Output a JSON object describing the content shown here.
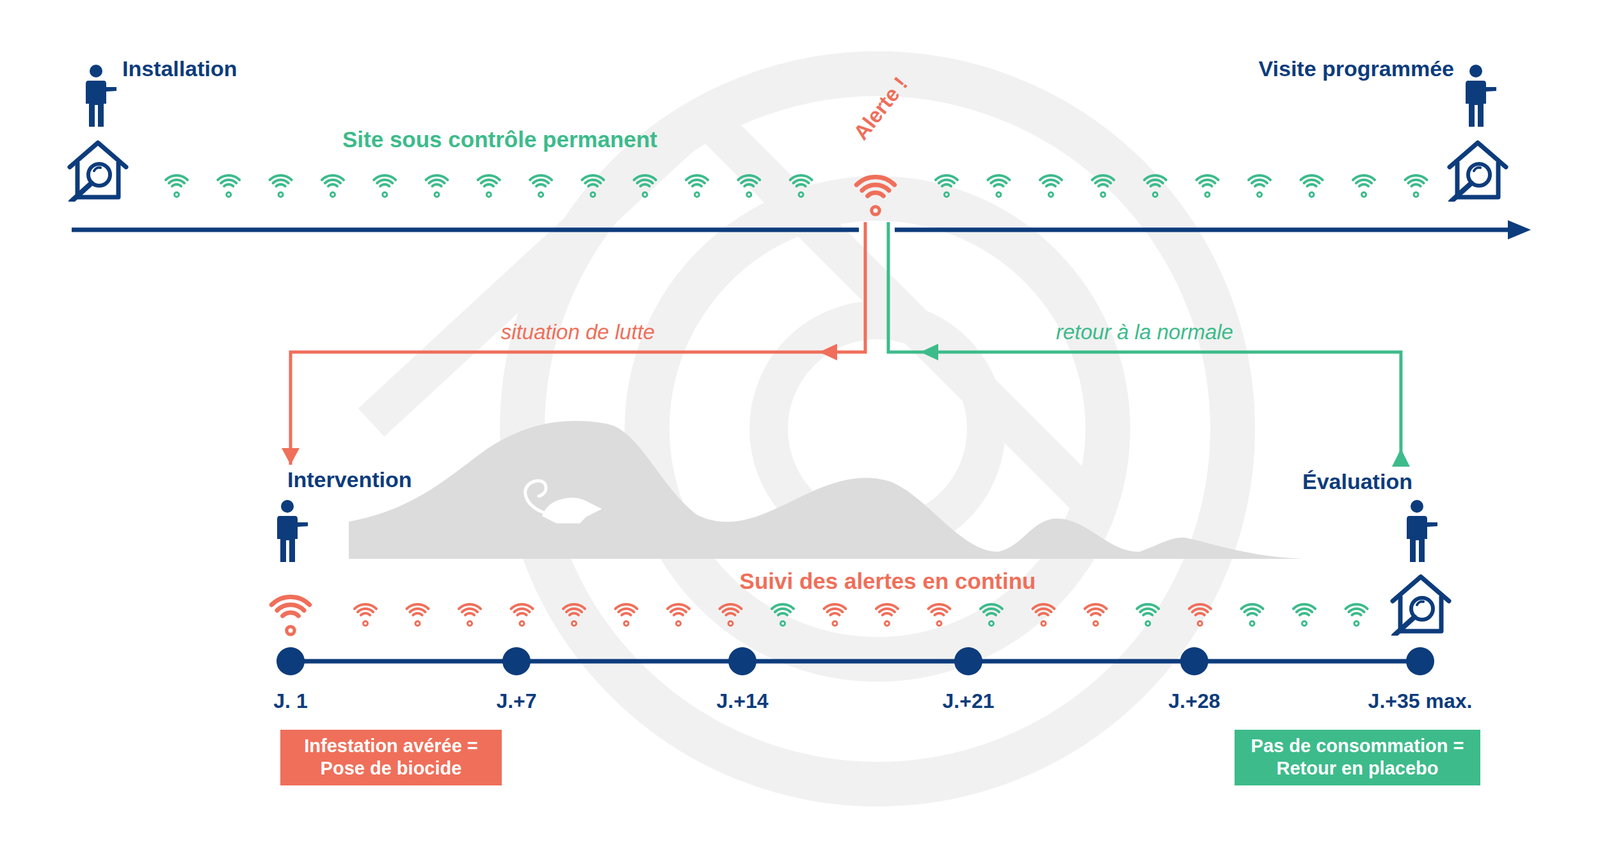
{
  "diagram": {
    "nodes": [
      {
        "text": [
          "Installation"
        ]
      },
      {
        "text": [
          "Alerte !"
        ]
      },
      {
        "text": [
          "Visite programmée"
        ]
      },
      {
        "text": [
          "Intervention"
        ]
      },
      {
        "text": [
          "Évaluation"
        ]
      },
      {
        "text": [
          "Infestation avérée = Pose de biocide"
        ]
      },
      {
        "text": [
          "Pas de consommation = Retour en placebo"
        ]
      }
    ],
    "edges": [
      {
        "from": 1,
        "to": 3,
        "label": "situation de lutte",
        "arrow": "to"
      },
      {
        "from": 4,
        "to": 1,
        "label": "retour à la normale",
        "arrow": "to"
      }
    ],
    "labels": [
      "Site sous contrôle permanent",
      "Suivi des alertes en continu",
      "J. 1",
      "J.+7",
      "J.+14",
      "J.+21",
      "J.+28",
      "J.+35 max."
    ]
  }
}
